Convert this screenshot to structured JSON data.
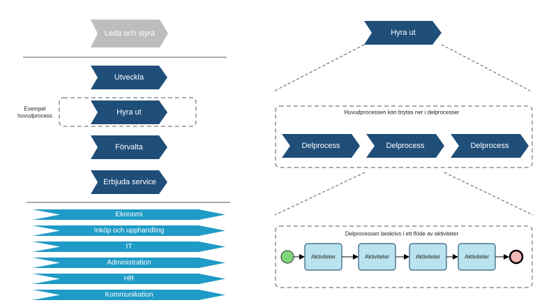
{
  "colors": {
    "navy": "#1F4E79",
    "gray": "#BDBDBD",
    "teal": "#1E9BC6",
    "activity_fill": "#B9E3EF",
    "activity_stroke": "#2E5C7A",
    "start": "#7ED67A",
    "end": "#F2B7B7"
  },
  "left": {
    "top_chevron": "Leda och styra",
    "main_chevrons": [
      "Utveckla",
      "Hyra ut",
      "Förvalta",
      "Erbjuda service"
    ],
    "example_label_line1": "Exempel",
    "example_label_line2": "huvudprocess",
    "support_bars": [
      "Ekonomi",
      "Inköp och upphandling",
      "IT",
      "Administration",
      "HR",
      "Kommunikation"
    ]
  },
  "right": {
    "top_chevron": "Hyra ut",
    "sub_box_title": "Huvudprocessen kan brytas ner i delprocesser",
    "sub_chevrons": [
      "Delprocess",
      "Delprocess",
      "Delprocess"
    ],
    "flow_box_title": "Delprocessen beskrivs i ett flöde av aktiviteter",
    "activities": [
      "Aktiviteter",
      "Aktiviteter",
      "Aktiviteter",
      "Aktiviteter"
    ]
  }
}
